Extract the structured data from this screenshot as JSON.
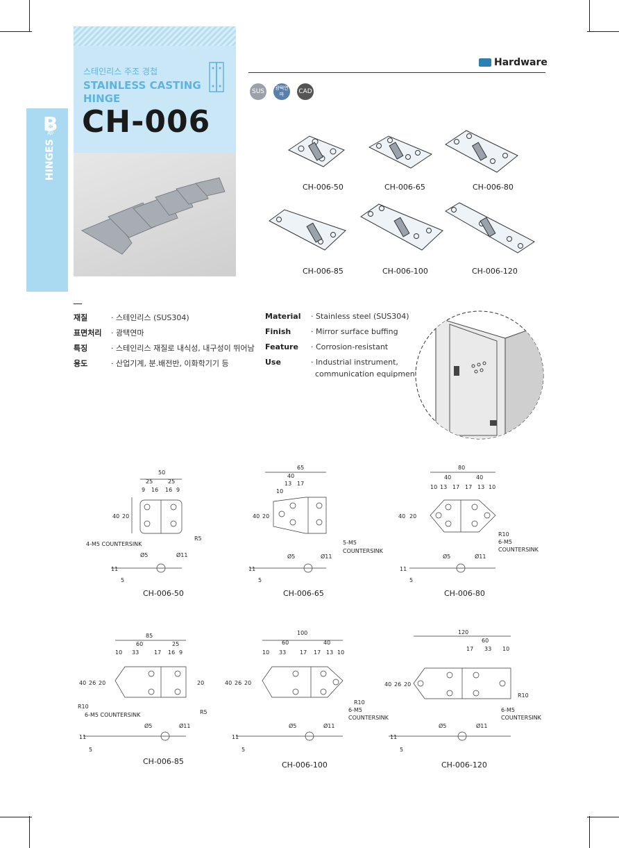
{
  "header": {
    "title_ko": "스테인리스 주조 경첩",
    "title_en": "STAINLESS CASTING HINGE",
    "code": "CH-006"
  },
  "side_tab": {
    "letter": "B",
    "category": "HINGES",
    "category_ko": "경첩"
  },
  "brand": {
    "name": "Hardware"
  },
  "badges": [
    {
      "label": "SUS",
      "color": "#9aa1a8"
    },
    {
      "label": "광택연마",
      "color": "#5a7fa8"
    },
    {
      "label": "CAD",
      "color": "#555555"
    }
  ],
  "models": [
    "CH-006-50",
    "CH-006-65",
    "CH-006-80",
    "CH-006-85",
    "CH-006-100",
    "CH-006-120"
  ],
  "specs": {
    "ko": [
      {
        "key": "재질",
        "value": "· 스테인리스 (SUS304)"
      },
      {
        "key": "표면처리",
        "value": "· 광택연마"
      },
      {
        "key": "특징",
        "value": "· 스테인리스 재질로 내식성, 내구성이 뛰어남"
      },
      {
        "key": "용도",
        "value": "· 산업기계, 분.배전반, 이화학기기 등"
      }
    ],
    "en": [
      {
        "key": "Material",
        "value": "· Stainless steel (SUS304)"
      },
      {
        "key": "Finish",
        "value": "· Mirror surface buffing"
      },
      {
        "key": "Feature",
        "value": "· Corrosion-resistant"
      },
      {
        "key": "Use",
        "value": "· Industrial instrument,",
        "value2": "communication equipment"
      }
    ]
  },
  "drawing_labels": {
    "countersink4": "4-M5 COUNTERSINK",
    "countersink5a": "5-M5",
    "countersink": "COUNTERSINK",
    "countersink6a": "6-M5",
    "countersink6": "6-M5 COUNTERSINK",
    "r5": "R5",
    "r10": "R10",
    "d5": "Ø5",
    "d11": "Ø11"
  },
  "dims": {
    "d50": {
      "total": "50",
      "h1": "25",
      "h2": "25",
      "s": [
        "9",
        "16",
        "16",
        "9"
      ],
      "height": "40",
      "inner": "20",
      "t1": "11",
      "t2": "5"
    },
    "d65": {
      "total": "65",
      "h1": "40",
      "s": [
        "13",
        "17",
        "10"
      ],
      "height": "40",
      "inner": "20",
      "t1": "11",
      "t2": "5"
    },
    "d80": {
      "total": "80",
      "h1": "40",
      "h2": "40",
      "s": [
        "10",
        "13",
        "17",
        "17",
        "13",
        "10"
      ],
      "height": "40",
      "inner": "20",
      "t1": "11",
      "t2": "5"
    },
    "d85": {
      "total": "85",
      "h1": "60",
      "h2": "25",
      "s": [
        "10",
        "33",
        "17",
        "16",
        "9"
      ],
      "height": "40",
      "inner1": "26",
      "inner2": "20",
      "inner3": "20",
      "t1": "11",
      "t2": "5"
    },
    "d100": {
      "total": "100",
      "h1": "60",
      "h2": "40",
      "s": [
        "10",
        "33",
        "17",
        "17",
        "13",
        "10"
      ],
      "height": "40",
      "inner1": "26",
      "inner2": "20",
      "t1": "11",
      "t2": "5"
    },
    "d120": {
      "total": "120",
      "h2": "60",
      "s": [
        "17",
        "33",
        "10"
      ],
      "height": "40",
      "inner1": "26",
      "inner2": "20",
      "t1": "11",
      "t2": "5"
    }
  },
  "colors": {
    "accent": "#5fb4de",
    "tab": "#a9daf2",
    "card": "#c9e7f6"
  }
}
